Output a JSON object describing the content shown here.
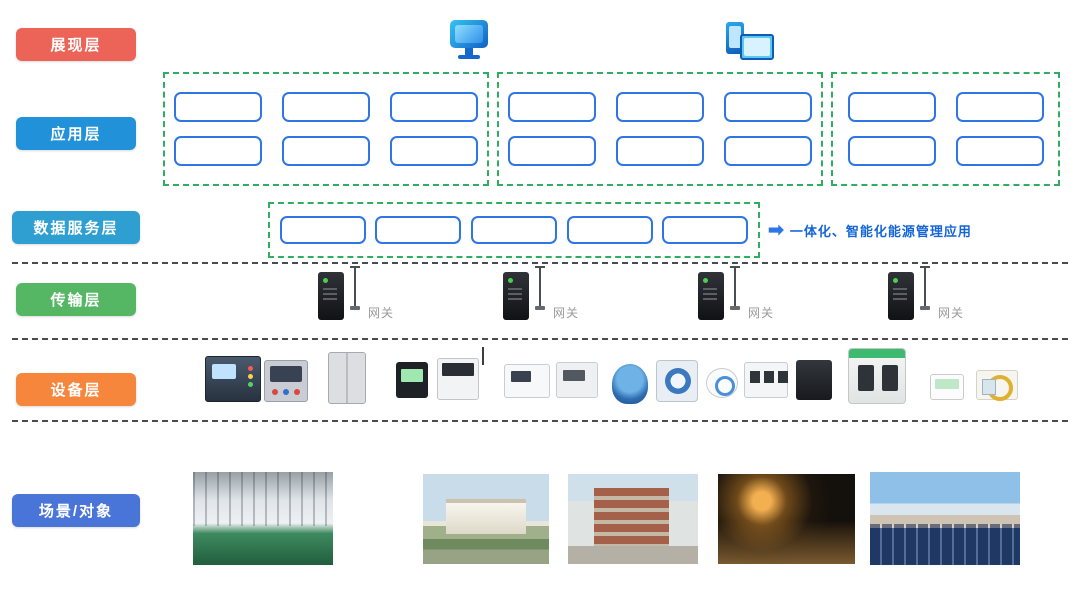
{
  "layers": {
    "presentation": {
      "label": "展现层"
    },
    "application": {
      "label": "应用层"
    },
    "data_service": {
      "label": "数据服务层"
    },
    "transmission": {
      "label": "传输层"
    },
    "device": {
      "label": "设备层"
    },
    "scene": {
      "label": "场景/对象"
    }
  },
  "colors": {
    "label_presentation": "#ec6358",
    "label_application": "#2191d9",
    "label_data_service": "#2e9fd0",
    "label_transmission": "#55b663",
    "label_device": "#f5863c",
    "label_scene": "#4a75d8",
    "box_border": "#2e75e6",
    "group_border": "#2fae62",
    "note_text": "#1565d8"
  },
  "presentation": {
    "icons": [
      "desktop-monitor-icon",
      "mobile-devices-icon"
    ]
  },
  "application": {
    "groups": [
      {
        "boxes": [
          "",
          "",
          "",
          "",
          "",
          ""
        ]
      },
      {
        "boxes": [
          "",
          "",
          "",
          "",
          "",
          ""
        ]
      },
      {
        "boxes": [
          "",
          "",
          "",
          ""
        ]
      }
    ]
  },
  "data_service": {
    "boxes": [
      "",
      "",
      "",
      "",
      ""
    ],
    "note": {
      "arrow_glyph": "➡",
      "text": "一体化、智能化能源管理应用"
    }
  },
  "transmission": {
    "gateways": [
      {
        "label": "网关"
      },
      {
        "label": "网关"
      },
      {
        "label": "网关"
      },
      {
        "label": "网关"
      }
    ]
  },
  "device": {
    "items": [
      "protection-relay-image",
      "control-panel-image",
      "switchgear-cabinet-image",
      "power-meter-image",
      "wireless-meter-image",
      "din-rail-meter-image",
      "energy-meter-image",
      "flow-sensor-image",
      "water-meter-image",
      "round-sensor-image",
      "din-rail-device-image",
      "data-module-image",
      "ev-charger-image",
      "thermostat-image",
      "smart-tag-image"
    ]
  },
  "scene": {
    "items": [
      "substation-corridor-photo",
      "government-building-photo",
      "campus-building-photo",
      "night-street-photo",
      "rooftop-solar-photo"
    ]
  }
}
